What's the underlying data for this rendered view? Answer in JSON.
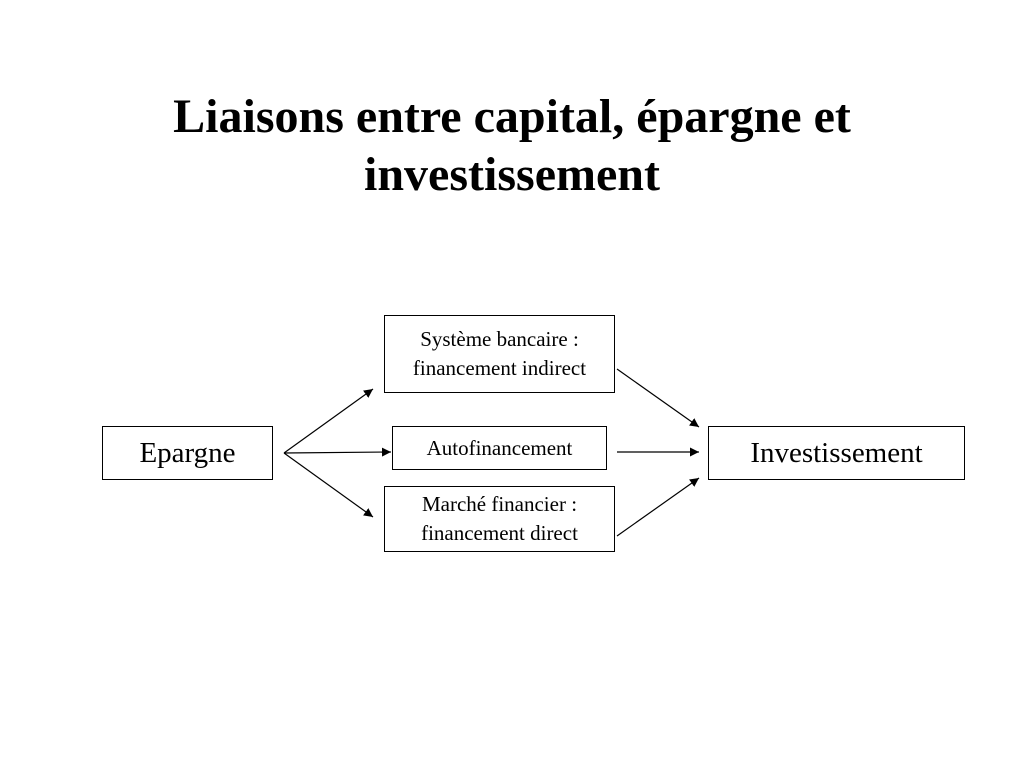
{
  "title": {
    "line1": "Liaisons entre capital, épargne et",
    "line2": "investissement"
  },
  "nodes": {
    "source": "Epargne",
    "target": "Investissement",
    "bancaire": {
      "line1": "Système bancaire :",
      "line2": "financement indirect"
    },
    "autofinancement": "Autofinancement",
    "marche": {
      "line1": "Marché financier :",
      "line2": "financement direct"
    }
  }
}
